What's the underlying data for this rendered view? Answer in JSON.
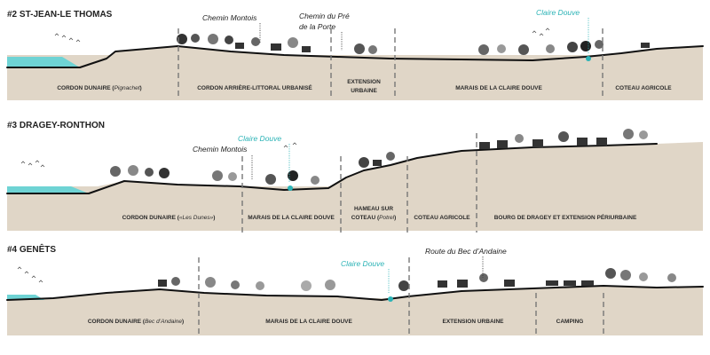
{
  "sections": [
    {
      "title": "#2 ST-JEAN-LE THOMAS",
      "places": [
        {
          "name": "Chemin Montois",
          "style": "dark"
        },
        {
          "name": "Chemin du Pré",
          "style": "dark"
        },
        {
          "name": "de la Porte",
          "style": "dark"
        },
        {
          "name": "Claire Douve",
          "style": "water"
        }
      ],
      "zones": [
        {
          "label": "CORDON DUNAIRE (",
          "italic": "Pignachet",
          "suffix": ")"
        },
        {
          "label": "CORDON ARRIÈRE-LITTORAL URBANISÉ"
        },
        {
          "label": "EXTENSION",
          "line2": "URBAINE"
        },
        {
          "label": "MARAIS DE LA CLAIRE DOUVE"
        },
        {
          "label": "COTEAU AGRICOLE"
        }
      ]
    },
    {
      "title": "#3 DRAGEY-RONTHON",
      "places": [
        {
          "name": "Claire Douve",
          "style": "water"
        },
        {
          "name": "Chemin Montois",
          "style": "dark"
        }
      ],
      "zones": [
        {
          "label": "CORDON DUNAIRE (",
          "italic": "«Les Dunes»",
          "suffix": ")"
        },
        {
          "label": "MARAIS DE LA CLAIRE DOUVE"
        },
        {
          "label": "HAMEAU SUR",
          "line2": "COTEAU (",
          "italic2": "Potrel",
          "suffix2": ")"
        },
        {
          "label": "COTEAU AGRICOLE"
        },
        {
          "label": "BOURG DE DRAGEY ET EXTENSION PÉRIURBAINE"
        }
      ]
    },
    {
      "title": "#4 GENÊTS",
      "places": [
        {
          "name": "Claire Douve",
          "style": "water"
        },
        {
          "name": "Route du Bec d’Andaine",
          "style": "dark"
        }
      ],
      "zones": [
        {
          "label": "CORDON DUNAIRE (",
          "italic": "Bec d’Andaine",
          "suffix": ")"
        },
        {
          "label": "MARAIS DE LA CLAIRE DOUVE"
        },
        {
          "label": "EXTENSION URBAINE"
        },
        {
          "label": "CAMPING"
        }
      ]
    }
  ],
  "colors": {
    "sea": "#6ed3d4",
    "water_label": "#2bb3b6",
    "ground": "#e0d6c7",
    "terrain_line": "#111111",
    "divider": "#777777"
  }
}
